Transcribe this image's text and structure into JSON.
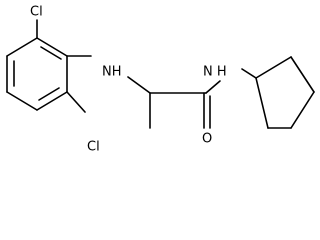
{
  "molecule": {
    "atoms": {
      "cl_top": "Cl",
      "cl_bottom": "Cl",
      "nh_amine": "NH",
      "nh_amide": "N H",
      "oxygen": "O"
    }
  }
}
